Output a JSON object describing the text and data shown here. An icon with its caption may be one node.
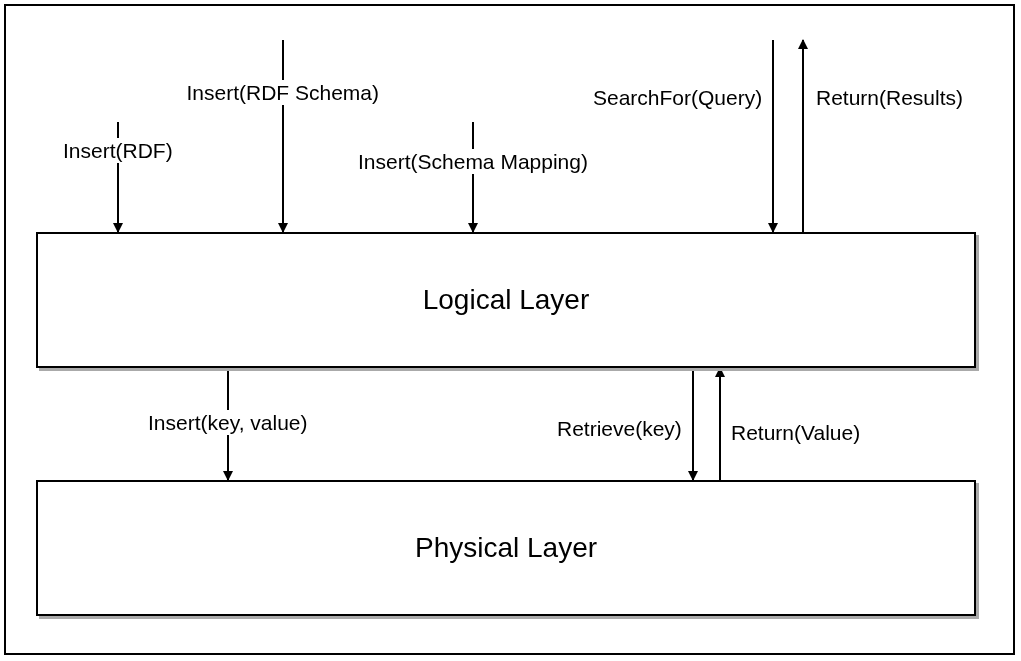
{
  "diagram": {
    "nodes": [
      {
        "text": [
          "Logical Layer"
        ]
      },
      {
        "text": [
          "Physical Layer"
        ]
      }
    ],
    "edges": [
      {
        "from": null,
        "to": 0,
        "arrow": "to",
        "label": "Insert(RDF)"
      },
      {
        "from": null,
        "to": 0,
        "arrow": "to",
        "label": "Insert(RDF Schema)"
      },
      {
        "from": null,
        "to": 0,
        "arrow": "to",
        "label": "Insert(Schema Mapping)"
      },
      {
        "from": null,
        "to": 0,
        "arrow": "to",
        "label": "SearchFor(Query)"
      },
      {
        "from": 0,
        "to": null,
        "arrow": "to",
        "label": "Return(Results)"
      },
      {
        "from": 0,
        "to": 1,
        "arrow": "to",
        "label": "Insert(key, value)"
      },
      {
        "from": 0,
        "to": 1,
        "arrow": "to",
        "label": "Retrieve(key)"
      },
      {
        "from": 1,
        "to": 0,
        "arrow": "to",
        "label": "Return(Value)"
      }
    ]
  }
}
